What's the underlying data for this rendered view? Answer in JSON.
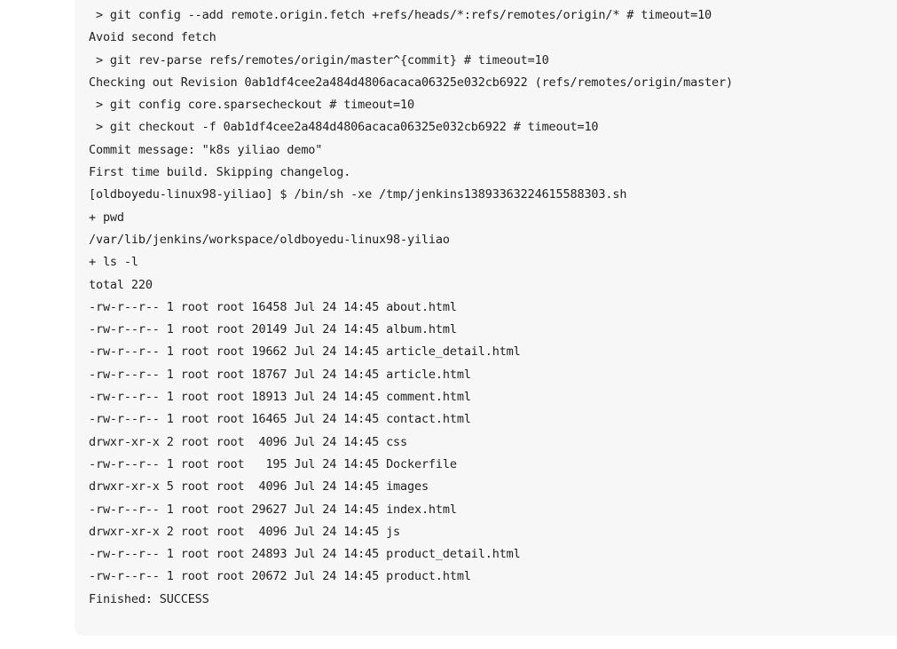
{
  "console": {
    "lines": [
      " > git config --add remote.origin.fetch +refs/heads/*:refs/remotes/origin/* # timeout=10",
      "Avoid second fetch",
      " > git rev-parse refs/remotes/origin/master^{commit} # timeout=10",
      "Checking out Revision 0ab1df4cee2a484d4806acaca06325e032cb6922 (refs/remotes/origin/master)",
      " > git config core.sparsecheckout # timeout=10",
      " > git checkout -f 0ab1df4cee2a484d4806acaca06325e032cb6922 # timeout=10",
      "Commit message: \"k8s yiliao demo\"",
      "First time build. Skipping changelog.",
      "[oldboyedu-linux98-yiliao] $ /bin/sh -xe /tmp/jenkins13893363224615588303.sh",
      "+ pwd",
      "/var/lib/jenkins/workspace/oldboyedu-linux98-yiliao",
      "+ ls -l",
      "total 220",
      "-rw-r--r-- 1 root root 16458 Jul 24 14:45 about.html",
      "-rw-r--r-- 1 root root 20149 Jul 24 14:45 album.html",
      "-rw-r--r-- 1 root root 19662 Jul 24 14:45 article_detail.html",
      "-rw-r--r-- 1 root root 18767 Jul 24 14:45 article.html",
      "-rw-r--r-- 1 root root 18913 Jul 24 14:45 comment.html",
      "-rw-r--r-- 1 root root 16465 Jul 24 14:45 contact.html",
      "drwxr-xr-x 2 root root  4096 Jul 24 14:45 css",
      "-rw-r--r-- 1 root root   195 Jul 24 14:45 Dockerfile",
      "drwxr-xr-x 5 root root  4096 Jul 24 14:45 images",
      "-rw-r--r-- 1 root root 29627 Jul 24 14:45 index.html",
      "drwxr-xr-x 2 root root  4096 Jul 24 14:45 js",
      "-rw-r--r-- 1 root root 24893 Jul 24 14:45 product_detail.html",
      "-rw-r--r-- 1 root root 20672 Jul 24 14:45 product.html",
      "Finished: SUCCESS"
    ]
  }
}
